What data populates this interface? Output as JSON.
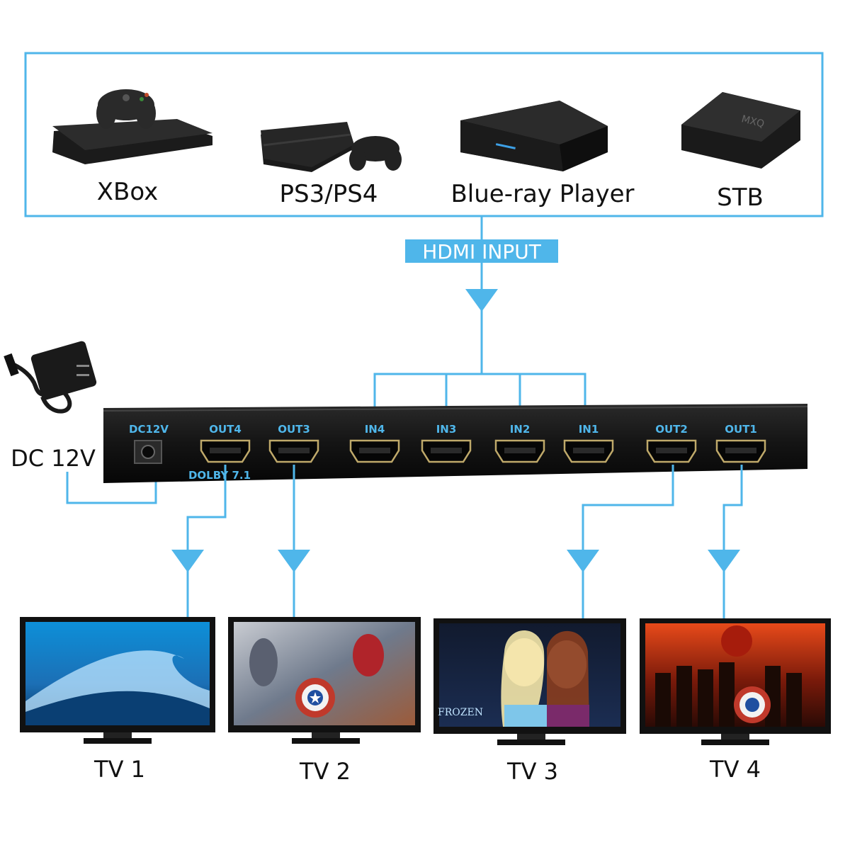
{
  "colors": {
    "accent": "#4fb6ea",
    "device_body": "#121212",
    "label_text": "#111111",
    "port_label": "#4fb6ea"
  },
  "sources": [
    {
      "label": "XBox",
      "icon": "xbox-console-icon"
    },
    {
      "label": "PS3/PS4",
      "icon": "playstation-console-icon"
    },
    {
      "label": "Blue-ray Player",
      "icon": "blu-ray-player-icon"
    },
    {
      "label": "STB",
      "icon": "set-top-box-icon"
    }
  ],
  "stb_logo": "MXQ",
  "input_tag": "HDMI INPUT",
  "power": {
    "label": "DC 12V",
    "icon": "power-adapter-icon"
  },
  "device": {
    "dc_port_label": "DC12V",
    "dolby_label": "DOLBY 7.1",
    "ports": [
      "OUT4",
      "OUT3",
      "IN4",
      "IN3",
      "IN2",
      "IN1",
      "OUT2",
      "OUT1"
    ]
  },
  "tvs": [
    {
      "label": "TV 1",
      "screen": "ocean-wave"
    },
    {
      "label": "TV 2",
      "screen": "superheroes"
    },
    {
      "label": "TV 3",
      "screen": "frozen",
      "caption": "FROZEN"
    },
    {
      "label": "TV 4",
      "screen": "avengers"
    }
  ]
}
